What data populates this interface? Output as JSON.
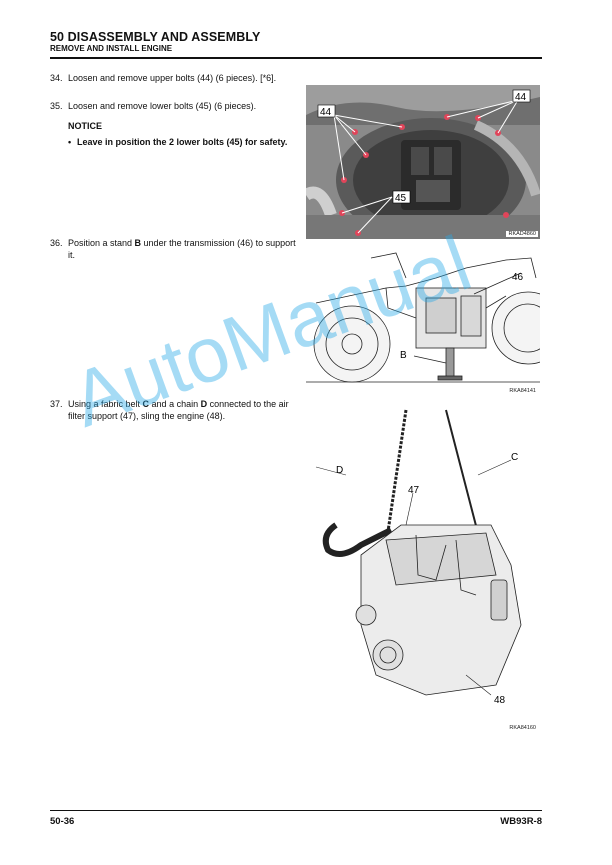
{
  "header": {
    "title": "50 DISASSEMBLY AND ASSEMBLY",
    "subtitle": "REMOVE AND INSTALL ENGINE"
  },
  "steps": [
    {
      "num": "34.",
      "text": "Loosen and remove upper bolts (44) (6 pieces). [*6]."
    },
    {
      "num": "35.",
      "text": "Loosen and remove lower bolts (45) (6 pieces)."
    },
    {
      "num": "36.",
      "text_before": "Position a stand ",
      "bold": "B",
      "text_after": " under the transmission (46) to support it."
    },
    {
      "num": "37.",
      "text_a": "Using a fabric belt ",
      "bold_c": "C",
      "text_b": " and a chain ",
      "bold_d": "D",
      "text_c": " connected to the air filter support (47), sling the engine (48)."
    }
  ],
  "notice": {
    "title": "NOTICE",
    "bullet": "•",
    "text": "Leave in position the 2 lower bolts (45) for safety."
  },
  "figures": [
    {
      "code": "RKAD4860",
      "labels": [
        "44",
        "44",
        "45"
      ]
    },
    {
      "code": "RKA84141",
      "labels": [
        "46",
        "B"
      ]
    },
    {
      "code": "RKA84160",
      "labels": [
        "D",
        "C",
        "47",
        "48"
      ]
    }
  ],
  "footer": {
    "page": "50-36",
    "model": "WB93R-8"
  },
  "watermark": "AutoManual"
}
